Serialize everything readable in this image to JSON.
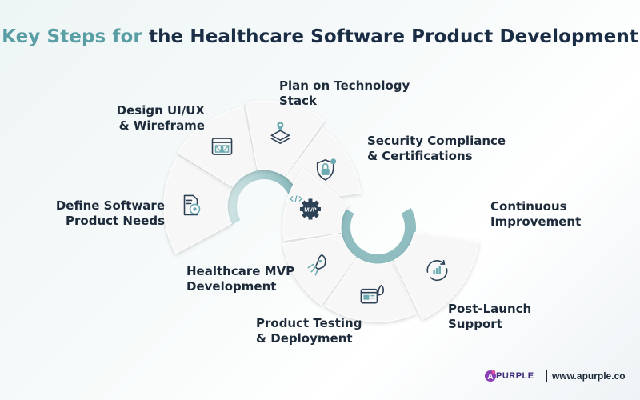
{
  "title": {
    "part1": "Key Steps for",
    "part2": "the Healthcare Software Product Development"
  },
  "steps": [
    {
      "lines": [
        "Define Software",
        "Product Needs"
      ],
      "icon": "document-target-icon"
    },
    {
      "lines": [
        "Design UI/UX",
        "& Wireframe"
      ],
      "icon": "wireframe-browser-icon"
    },
    {
      "lines": [
        "Plan on Technology",
        "Stack"
      ],
      "icon": "layers-stack-icon"
    },
    {
      "lines": [
        "Security Compliance",
        "& Certifications"
      ],
      "icon": "shield-lock-icon"
    },
    {
      "lines": [
        "Healthcare MVP",
        "Development"
      ],
      "icon": "mvp-gear-code-icon"
    },
    {
      "lines": [
        "Product Testing",
        "& Deployment"
      ],
      "icon": "rocket-code-icon"
    },
    {
      "lines": [
        "Post-Launch",
        "Support"
      ],
      "icon": "launch-browser-icon"
    },
    {
      "lines": [
        "Continuous",
        "Improvement"
      ],
      "icon": "growth-cycle-icon"
    }
  ],
  "footer": {
    "brand": "PURPLE",
    "brand_initial": "A",
    "website": "www.apurple.co"
  },
  "colors": {
    "teal": "#5a9ea5",
    "navy": "#1a2d45",
    "segment": "#f7f7f7",
    "ribbon": "#8fbdc0",
    "brand": "#5a2d91"
  }
}
